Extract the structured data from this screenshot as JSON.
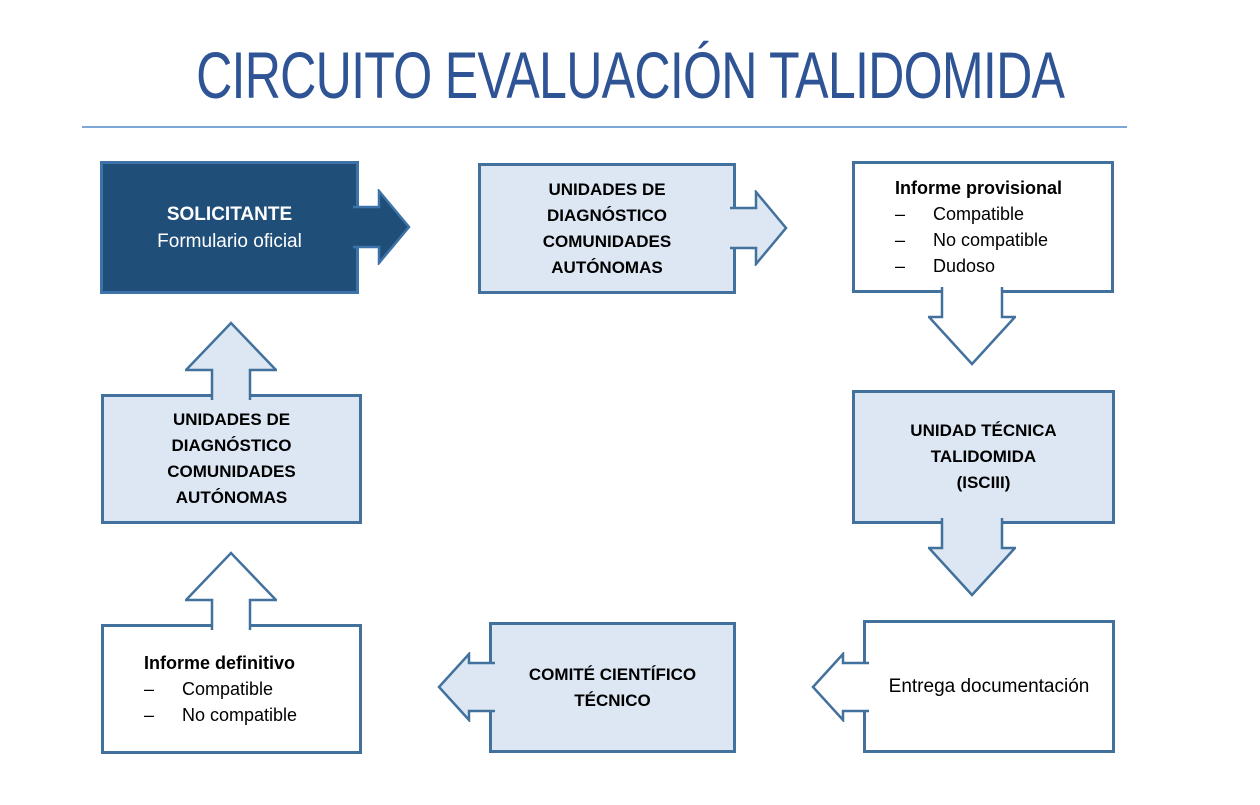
{
  "title": "CIRCUITO EVALUACIÓN TALIDOMIDA",
  "dash": "–",
  "colors": {
    "title_blue": "#2F5496",
    "dark_box_fill": "#1F4E79",
    "light_box_fill": "#DCE7F3",
    "box_border_blue": "#41719C",
    "underline_blue": "#7CA7D8",
    "text_black": "#000000",
    "text_white": "#ffffff"
  },
  "boxes": {
    "solicitante": {
      "title": "SOLICITANTE",
      "subtitle": "Formulario oficial"
    },
    "unidades_ccaa_top": {
      "lines": [
        "UNIDADES DE",
        "DIAGNÓSTICO",
        "COMUNIDADES",
        "AUTÓNOMAS"
      ]
    },
    "informe_provisional": {
      "title": "Informe provisional",
      "items": [
        "Compatible",
        "No compatible",
        "Dudoso"
      ]
    },
    "unidad_tecnica": {
      "lines": [
        "UNIDAD TÉCNICA",
        "TALIDOMIDA",
        "(ISCIII)"
      ]
    },
    "entrega_documentacion": {
      "label": "Entrega documentación"
    },
    "comite_cientifico": {
      "lines": [
        "COMITÉ CIENTÍFICO",
        "TÉCNICO"
      ]
    },
    "informe_definitivo": {
      "title": "Informe definitivo",
      "items": [
        "Compatible",
        "No compatible"
      ]
    },
    "unidades_ccaa_left": {
      "lines": [
        "UNIDADES DE",
        "DIAGNÓSTICO",
        "COMUNIDADES",
        "AUTÓNOMAS"
      ]
    }
  }
}
